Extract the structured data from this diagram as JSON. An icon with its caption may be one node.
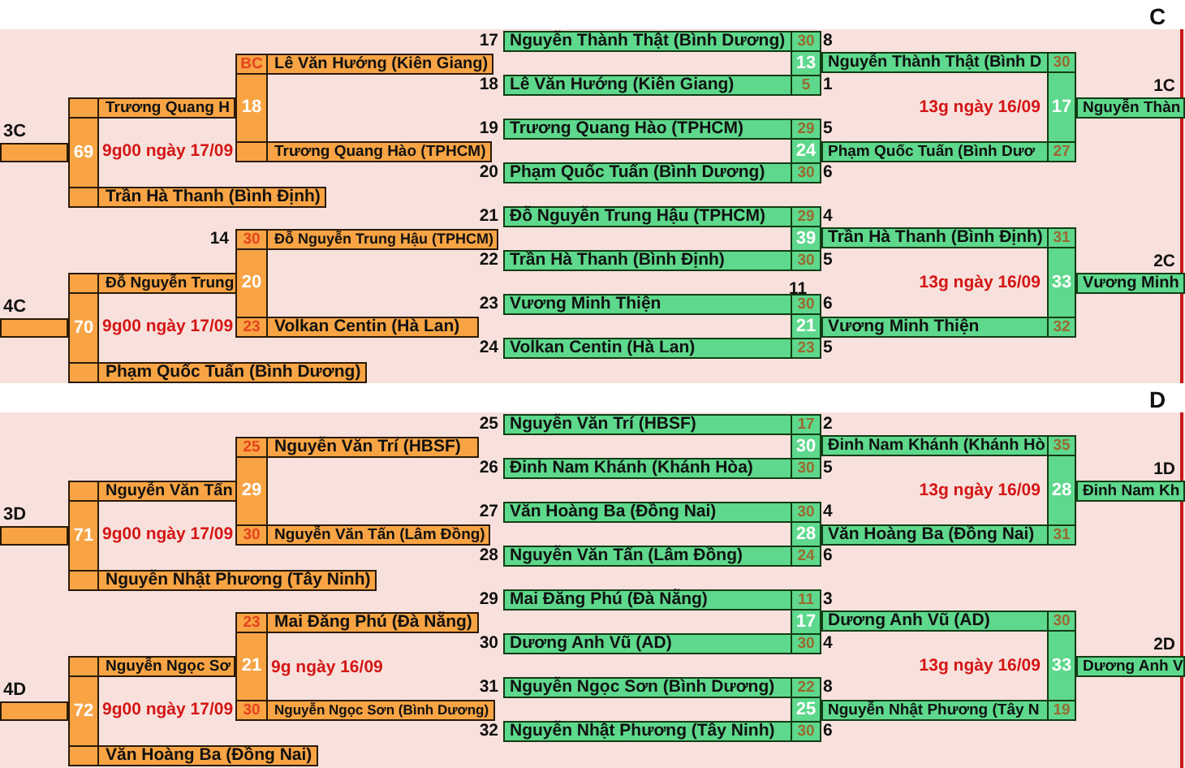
{
  "diagram": {
    "nodes": [
      {
        "text": [
          "3C"
        ]
      },
      {
        "text": [
          "69"
        ],
        "beside": [
          "9g00 ngày 17/09"
        ]
      },
      {
        "text": [
          "Trương Quang H"
        ]
      },
      {
        "text": [
          "Trần Hà Thanh (Bình Định)"
        ]
      },
      {
        "text": [
          "18"
        ]
      },
      {
        "text": [
          "BC",
          "Lê Văn Hướng (Kiên Giang)"
        ]
      },
      {
        "text": [
          "Trương Quang Hào (TPHCM)"
        ]
      },
      {
        "text": [
          "13"
        ]
      },
      {
        "text": [
          "Nguyễn Thành Thật (Bình Dương)",
          "30"
        ],
        "beside": [
          "17",
          "8"
        ]
      },
      {
        "text": [
          "Lê Văn Hướng (Kiên Giang)",
          "5"
        ],
        "beside": [
          "18",
          "1"
        ]
      },
      {
        "text": [
          "24"
        ]
      },
      {
        "text": [
          "Trương Quang Hào (TPHCM)",
          "29"
        ],
        "beside": [
          "19",
          "5"
        ]
      },
      {
        "text": [
          "Phạm Quốc Tuấn (Bình Dương)",
          "30"
        ],
        "beside": [
          "20",
          "6"
        ]
      },
      {
        "text": [
          "17"
        ],
        "beside": [
          "13g ngày 16/09"
        ]
      },
      {
        "text": [
          "Nguyễn Thành Thật (Bình D",
          "30"
        ]
      },
      {
        "text": [
          "Phạm Quốc Tuấn (Bình Dươ",
          "27"
        ]
      },
      {
        "text": [
          "1C",
          "Nguyễn Thàn"
        ]
      },
      {
        "text": [
          "4C"
        ]
      },
      {
        "text": [
          "70"
        ],
        "beside": [
          "9g00 ngày 17/09"
        ]
      },
      {
        "text": [
          "Đỗ Nguyễn Trung"
        ]
      },
      {
        "text": [
          "Phạm Quốc Tuấn (Bình Dương)"
        ]
      },
      {
        "text": [
          "20"
        ]
      },
      {
        "text": [
          "30",
          "Đỗ Nguyễn Trung Hậu (TPHCM)"
        ],
        "beside": [
          "14"
        ]
      },
      {
        "text": [
          "23",
          "Volkan Centin (Hà Lan)"
        ]
      },
      {
        "text": [
          "39"
        ]
      },
      {
        "text": [
          "Đỗ Nguyễn Trung Hậu (TPHCM)",
          "29"
        ],
        "beside": [
          "21",
          "4"
        ]
      },
      {
        "text": [
          "Trần Hà Thanh (Bình Định)",
          "30"
        ],
        "beside": [
          "22",
          "5"
        ]
      },
      {
        "text": [
          "21"
        ]
      },
      {
        "text": [
          "Vương Minh Thiện",
          "30"
        ],
        "beside": [
          "23",
          "6"
        ]
      },
      {
        "text": [
          "Volkan Centin (Hà Lan)",
          "23"
        ],
        "beside": [
          "24",
          "5"
        ]
      },
      {
        "text": [
          "33"
        ],
        "beside": [
          "13g ngày 16/09"
        ]
      },
      {
        "text": [
          "Trần Hà Thanh (Bình Định)",
          "31"
        ]
      },
      {
        "text": [
          "Vương Minh Thiện",
          "32"
        ]
      },
      {
        "text": [
          "2C",
          "Vương Minh"
        ]
      },
      {
        "text": [
          "3D"
        ]
      },
      {
        "text": [
          "71"
        ],
        "beside": [
          "9g00 ngày 17/09"
        ]
      },
      {
        "text": [
          "Nguyễn Văn Tấn"
        ]
      },
      {
        "text": [
          "Nguyễn Nhật Phương (Tây Ninh)"
        ]
      },
      {
        "text": [
          "29"
        ]
      },
      {
        "text": [
          "25",
          "Nguyễn Văn Trí (HBSF)"
        ]
      },
      {
        "text": [
          "30",
          "Nguyễn Văn Tấn (Lâm Đồng)"
        ]
      },
      {
        "text": [
          "30"
        ]
      },
      {
        "text": [
          "Nguyễn Văn Trí (HBSF)",
          "17"
        ],
        "beside": [
          "25",
          "2"
        ]
      },
      {
        "text": [
          "Đinh Nam Khánh (Khánh Hòa)",
          "30"
        ],
        "beside": [
          "26",
          "5"
        ]
      },
      {
        "text": [
          "28"
        ]
      },
      {
        "text": [
          "Văn Hoàng Ba (Đồng Nai)",
          "30"
        ],
        "beside": [
          "27",
          "4"
        ]
      },
      {
        "text": [
          "Nguyễn Văn Tấn (Lâm Đồng)",
          "24"
        ],
        "beside": [
          "28",
          "6"
        ]
      },
      {
        "text": [
          "28"
        ],
        "beside": [
          "13g ngày 16/09"
        ]
      },
      {
        "text": [
          "Đinh Nam Khánh (Khánh Hò",
          "35"
        ]
      },
      {
        "text": [
          "Văn Hoàng Ba (Đồng Nai)",
          "31"
        ]
      },
      {
        "text": [
          "1D",
          "Đinh Nam Kh"
        ]
      },
      {
        "text": [
          "4D"
        ]
      },
      {
        "text": [
          "72"
        ],
        "beside": [
          "9g00 ngày 17/09"
        ]
      },
      {
        "text": [
          "Nguyễn Ngọc Sơ"
        ]
      },
      {
        "text": [
          "Văn Hoàng Ba (Đồng Nai)"
        ]
      },
      {
        "text": [
          "21"
        ],
        "beside": [
          "9g ngày 16/09"
        ]
      },
      {
        "text": [
          "23",
          "Mai Đăng Phú (Đà Nẵng)"
        ]
      },
      {
        "text": [
          "30",
          "Nguyễn Ngọc Sơn (Bình Dương)"
        ]
      },
      {
        "text": [
          "17"
        ]
      },
      {
        "text": [
          "Mai Đăng Phú (Đà Nẵng)",
          "11"
        ],
        "beside": [
          "29",
          "3"
        ]
      },
      {
        "text": [
          "Dương Anh Vũ (AD)",
          "30"
        ],
        "beside": [
          "30",
          "4"
        ]
      },
      {
        "text": [
          "25"
        ]
      },
      {
        "text": [
          "Nguyễn Ngọc Sơn (Bình Dương)",
          "22"
        ],
        "beside": [
          "31",
          "8"
        ]
      },
      {
        "text": [
          "Nguyễn Nhật Phương (Tây Ninh)",
          "30"
        ],
        "beside": [
          "32",
          "6"
        ]
      },
      {
        "text": [
          "33"
        ],
        "beside": [
          "13g ngày 16/09"
        ]
      },
      {
        "text": [
          "Dương Anh Vũ (AD)",
          "30"
        ]
      },
      {
        "text": [
          "Nguyễn Nhật Phương (Tây N",
          "19"
        ]
      },
      {
        "text": [
          "2D",
          "Dương Anh V"
        ]
      }
    ],
    "labels": [
      "C",
      "11",
      "D"
    ]
  }
}
